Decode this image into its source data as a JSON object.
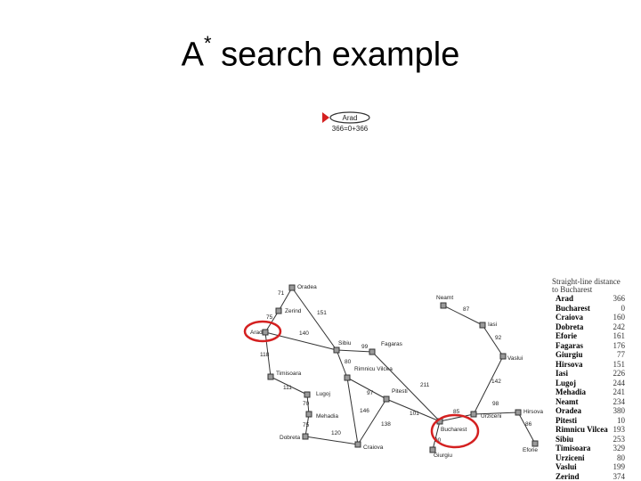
{
  "title": {
    "main": "A",
    "sup": "*",
    "rest": " search example"
  },
  "search_tree": {
    "root_label": "Arad",
    "root_f": "366=0+366"
  },
  "map": {
    "cities": {
      "oradea": "Oradea",
      "zerind": "Zerind",
      "arad": "Arad",
      "sibiu": "Sibiu",
      "fagaras": "Fagaras",
      "timisoara": "Timisoara",
      "rimnicu": "Rimnicu Vilcea",
      "lugoj": "Lugoj",
      "mehadia": "Mehadia",
      "dobreta": "Dobreta",
      "craiova": "Craiova",
      "pitesti": "Pitesti",
      "bucharest": "Bucharest",
      "giurgiu": "Giurgiu",
      "urziceni": "Urziceni",
      "hirsova": "Hirsova",
      "eforie": "Eforie",
      "vaslui": "Vaslui",
      "iasi": "Iasi",
      "neamt": "Neamt"
    },
    "distances": {
      "oradea_zerind": "71",
      "zerind_arad": "75",
      "oradea_sibiu": "151",
      "arad_sibiu": "140",
      "arad_timisoara": "118",
      "sibiu_fagaras": "99",
      "sibiu_rimnicu": "80",
      "timisoara_lugoj": "111",
      "lugoj_mehadia": "70",
      "mehadia_dobreta": "75",
      "dobreta_craiova": "120",
      "rimnicu_pitesti": "97",
      "rimnicu_craiova": "146",
      "craiova_pitesti": "138",
      "fagaras_bucharest": "211",
      "pitesti_bucharest": "101",
      "bucharest_giurgiu": "90",
      "bucharest_urziceni": "85",
      "urziceni_hirsova": "98",
      "hirsova_eforie": "86",
      "urziceni_vaslui": "142",
      "vaslui_iasi": "92",
      "iasi_neamt": "87"
    }
  },
  "heuristic_table": {
    "header": [
      "Straight-line distance",
      "to Bucharest"
    ],
    "rows": [
      {
        "city": "Arad",
        "value": "366"
      },
      {
        "city": "Bucharest",
        "value": "0"
      },
      {
        "city": "Craiova",
        "value": "160"
      },
      {
        "city": "Dobreta",
        "value": "242"
      },
      {
        "city": "Eforie",
        "value": "161"
      },
      {
        "city": "Fagaras",
        "value": "176"
      },
      {
        "city": "Giurgiu",
        "value": "77"
      },
      {
        "city": "Hirsova",
        "value": "151"
      },
      {
        "city": "Iasi",
        "value": "226"
      },
      {
        "city": "Lugoj",
        "value": "244"
      },
      {
        "city": "Mehadia",
        "value": "241"
      },
      {
        "city": "Neamt",
        "value": "234"
      },
      {
        "city": "Oradea",
        "value": "380"
      },
      {
        "city": "Pitesti",
        "value": "10"
      },
      {
        "city": "Rimnicu Vilcea",
        "value": "193"
      },
      {
        "city": "Sibiu",
        "value": "253"
      },
      {
        "city": "Timisoara",
        "value": "329"
      },
      {
        "city": "Urziceni",
        "value": "80"
      },
      {
        "city": "Vaslui",
        "value": "199"
      },
      {
        "city": "Zerind",
        "value": "374"
      }
    ]
  },
  "colors": {
    "highlight": "#d42020",
    "node": "#9a9a9a"
  }
}
